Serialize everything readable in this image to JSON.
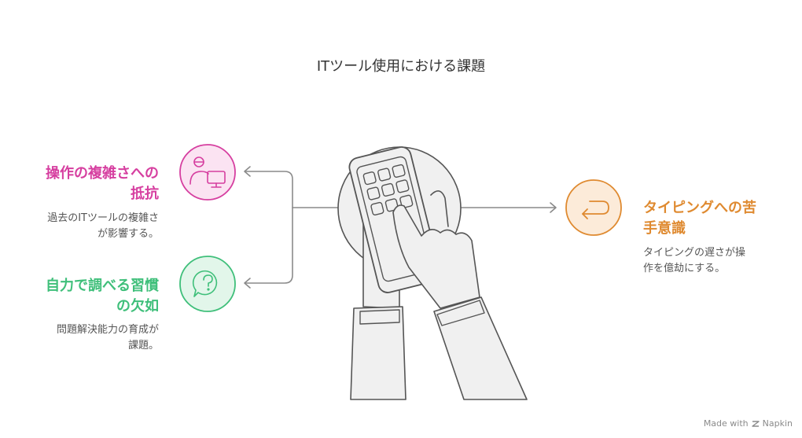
{
  "title": "ITツール使用における課題",
  "items": [
    {
      "heading_line1": "操作の複雑さへの",
      "heading_line2": "抵抗",
      "desc_line1": "過去のITツールの複雑さ",
      "desc_line2": "が影響する。",
      "icon": "user-monitor-icon",
      "color": "#d63fa0"
    },
    {
      "heading_line1": "自力で調べる習慣",
      "heading_line2": "の欠如",
      "desc_line1": "問題解決能力の育成が",
      "desc_line2": "課題。",
      "icon": "question-bubble-icon",
      "color": "#3fbf7a"
    },
    {
      "heading_line1": "タイピングへの苦",
      "heading_line2": "手意識",
      "desc_line1": "タイピングの遅さが操",
      "desc_line2": "作を億劫にする。",
      "icon": "return-arrow-icon",
      "color": "#df8a30"
    }
  ],
  "footer": {
    "made_with": "Made with",
    "brand": "Napkin"
  }
}
